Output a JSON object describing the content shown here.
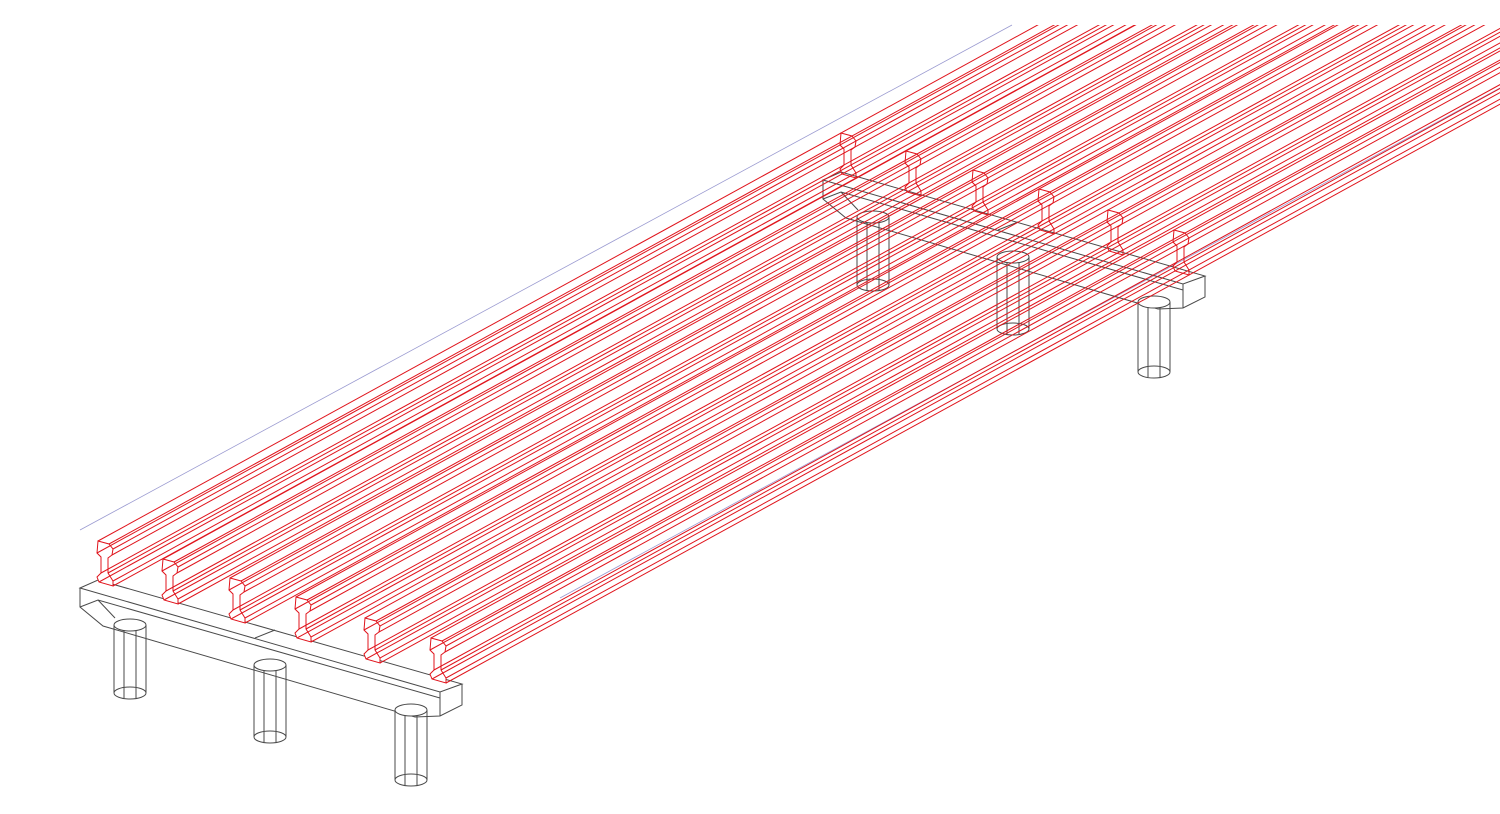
{
  "drawing": {
    "colors": {
      "girder": "#e0141c",
      "substructure": "#4a4a4a",
      "reference_line": "#9a9ad0",
      "background": "#ffffff"
    },
    "girder_count": 6,
    "pier_count": 2,
    "columns_per_pier": 3
  }
}
